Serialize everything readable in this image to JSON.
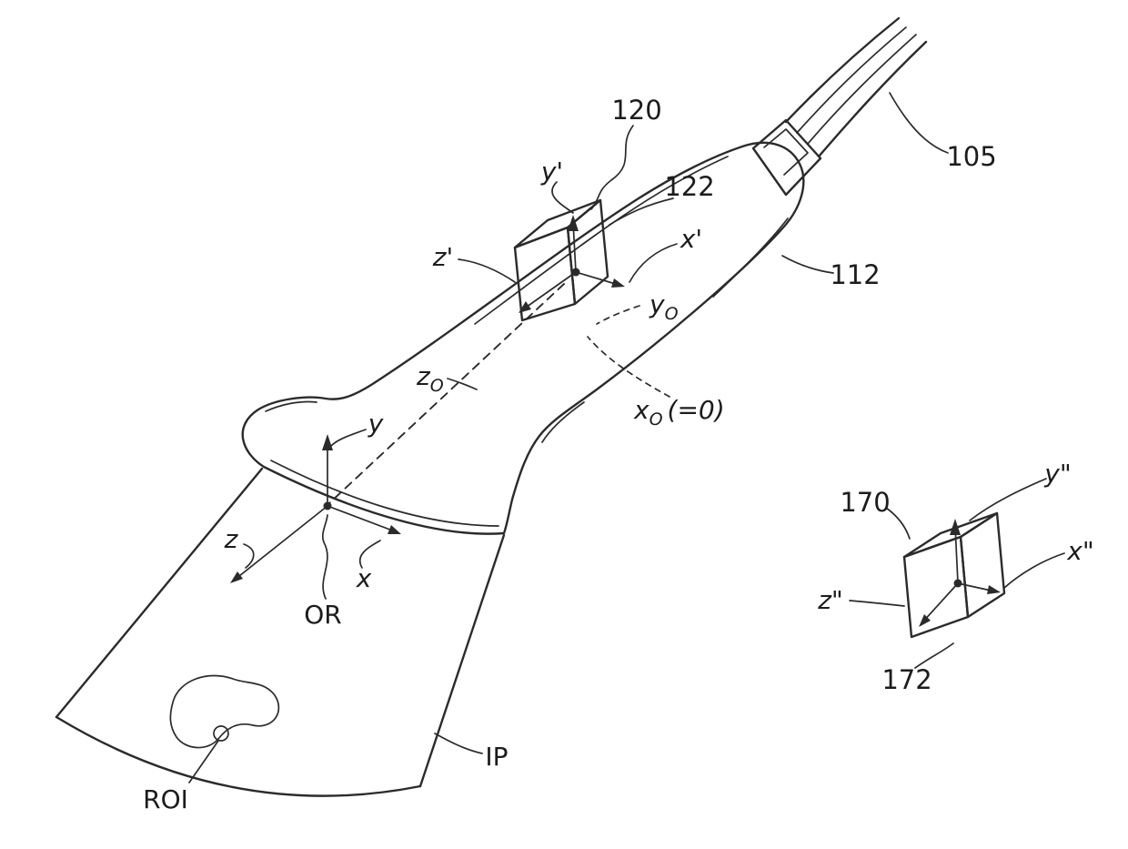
{
  "labels": {
    "ref_105": "105",
    "ref_112": "112",
    "ref_120": "120",
    "ref_122": "122",
    "ref_170": "170",
    "ref_172": "172",
    "axis_y_prime": "y'",
    "axis_x_prime": "x'",
    "axis_z_prime": "z'",
    "axis_y": "y",
    "axis_x": "x",
    "axis_z": "z",
    "axis_y_dprime": "y\"",
    "axis_x_dprime": "x\"",
    "axis_z_dprime": "z\"",
    "sub_o": "O",
    "y_o_main": "y",
    "z_o_main": "z",
    "x_o_main": "x",
    "x_o_suffix": "(=0)",
    "origin_label": "OR",
    "image_plane_label": "IP",
    "roi_label": "ROI"
  }
}
